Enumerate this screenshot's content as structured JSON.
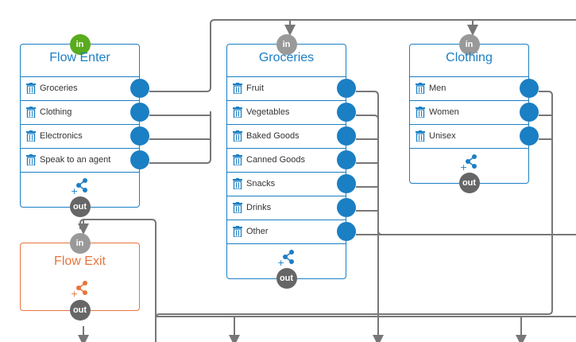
{
  "colors": {
    "node_border": "#1b7fc4",
    "exit_border": "#e8743b",
    "in_enter": "#5aab1e",
    "in_badge": "#999999",
    "out_badge": "#666666",
    "connector": "#777777"
  },
  "badges": {
    "in": "in",
    "out": "out"
  },
  "nodes": {
    "flow_enter": {
      "title": "Flow Enter",
      "items": [
        "Groceries",
        "Clothing",
        "Electronics",
        "Speak to an agent"
      ]
    },
    "groceries": {
      "title": "Groceries",
      "items": [
        "Fruit",
        "Vegetables",
        "Baked Goods",
        "Canned Goods",
        "Snacks",
        "Drinks",
        "Other"
      ]
    },
    "clothing": {
      "title": "Clothing",
      "items": [
        "Men",
        "Women",
        "Unisex"
      ]
    },
    "flow_exit": {
      "title": "Flow Exit"
    }
  },
  "icons": {
    "item": "trash-icon",
    "footer": "share-icon"
  }
}
